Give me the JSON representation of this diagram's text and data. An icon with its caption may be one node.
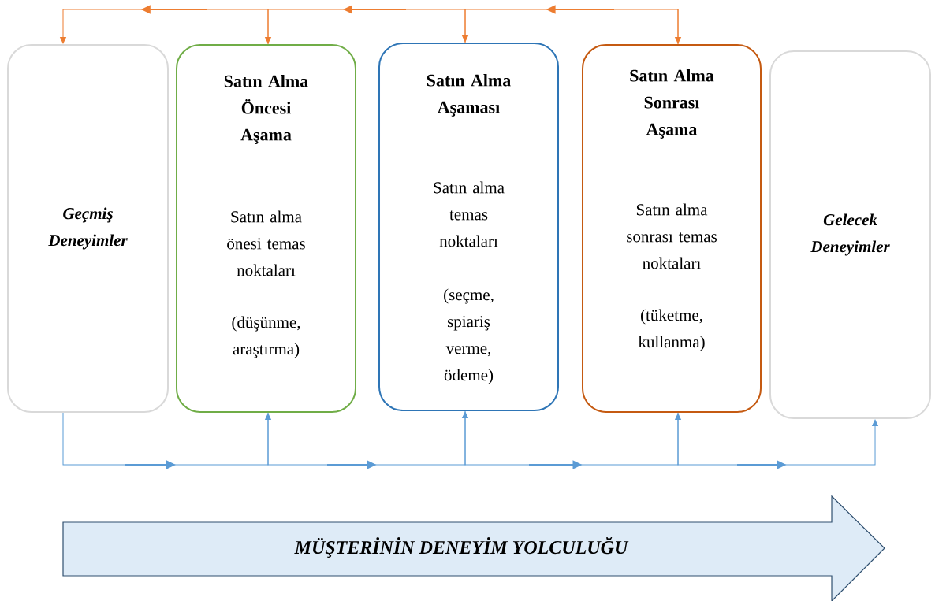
{
  "diagram": {
    "nodes": [
      {
        "text": [
          "Geçmiş Deneyimler"
        ]
      },
      {
        "text": [
          "Satın Alma Öncesi Aşama",
          "Satın alma önesi temas noktaları",
          "(düşünme, araştırma)"
        ]
      },
      {
        "text": [
          "Satın Alma Aşaması",
          "Satın alma temas noktaları",
          "(seçme, spiariş verme, ödeme)"
        ]
      },
      {
        "text": [
          "Satın Alma Sonrası Aşama",
          "Satın alma sonrası temas noktaları",
          "(tüketme, kullanma)"
        ]
      },
      {
        "text": [
          "Gelecek Deneyimler"
        ]
      },
      {
        "text": [
          "MÜŞTERİNİN DENEYİM YOLCULUĞU"
        ]
      }
    ],
    "edges": [
      {
        "from": 0,
        "to": 1,
        "arrow": "to",
        "color": "#5b9bd5"
      },
      {
        "from": 1,
        "to": 2,
        "arrow": "to",
        "color": "#5b9bd5"
      },
      {
        "from": 2,
        "to": 3,
        "arrow": "to",
        "color": "#5b9bd5"
      },
      {
        "from": 3,
        "to": 4,
        "arrow": "to",
        "color": "#5b9bd5"
      },
      {
        "from": null,
        "to": 3,
        "arrow": "to",
        "color": "#ed7d31"
      },
      {
        "from": 3,
        "to": 2,
        "arrow": "to",
        "color": "#ed7d31"
      },
      {
        "from": 2,
        "to": 1,
        "arrow": "to",
        "color": "#ed7d31"
      },
      {
        "from": 1,
        "to": 0,
        "arrow": "to",
        "color": "#ed7d31"
      }
    ]
  }
}
